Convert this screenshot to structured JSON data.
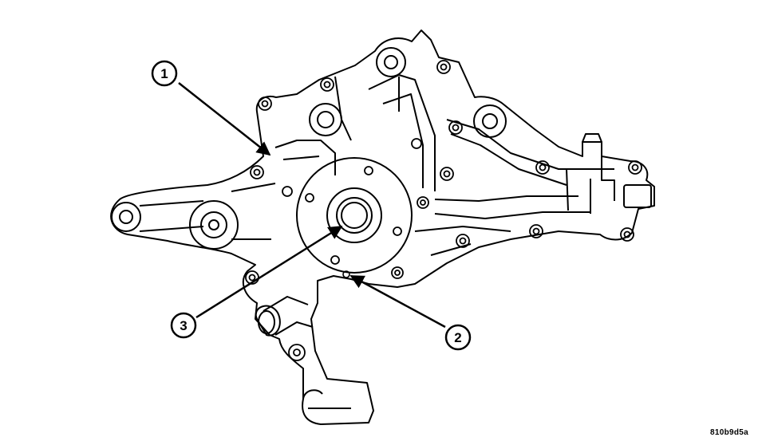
{
  "callouts": [
    {
      "id": "1",
      "label": "1"
    },
    {
      "id": "2",
      "label": "2"
    },
    {
      "id": "3",
      "label": "3"
    }
  ],
  "figure_code": "810b9d5a",
  "colors": {
    "line": "#000000",
    "background": "#ffffff"
  }
}
